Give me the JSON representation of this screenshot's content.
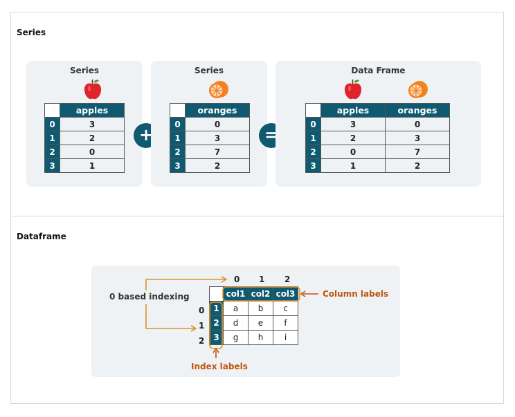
{
  "series_panel": {
    "title": "Series",
    "left_card": {
      "title": "Series",
      "header": "apples",
      "index": [
        "0",
        "1",
        "2",
        "3"
      ],
      "values": [
        "3",
        "2",
        "0",
        "1"
      ]
    },
    "middle_card": {
      "title": "Series",
      "header": "oranges",
      "index": [
        "0",
        "1",
        "2",
        "3"
      ],
      "values": [
        "0",
        "3",
        "7",
        "2"
      ]
    },
    "right_card": {
      "title": "Data Frame",
      "headers": [
        "apples",
        "oranges"
      ],
      "index": [
        "0",
        "1",
        "2",
        "3"
      ],
      "rows": [
        [
          "3",
          "0"
        ],
        [
          "2",
          "3"
        ],
        [
          "0",
          "7"
        ],
        [
          "1",
          "2"
        ]
      ]
    },
    "plus": "+",
    "equals": "="
  },
  "dataframe_panel": {
    "title": "Dataframe",
    "indexing_label": "0 based indexing",
    "column_positions": [
      "0",
      "1",
      "2"
    ],
    "row_positions": [
      "0",
      "1",
      "2"
    ],
    "column_labels_text": "Column labels",
    "index_labels_text": "Index labels",
    "columns": [
      "col1",
      "col2",
      "col3"
    ],
    "index": [
      "1",
      "2",
      "3"
    ],
    "cells": [
      [
        "a",
        "b",
        "c"
      ],
      [
        "d",
        "e",
        "f"
      ],
      [
        "g",
        "h",
        "i"
      ]
    ]
  },
  "colors": {
    "teal": "#0f5a70",
    "accent_orange": "#c0550f",
    "card_bg": "#eef2f4"
  },
  "icons": [
    "apple-icon",
    "orange-icon"
  ]
}
